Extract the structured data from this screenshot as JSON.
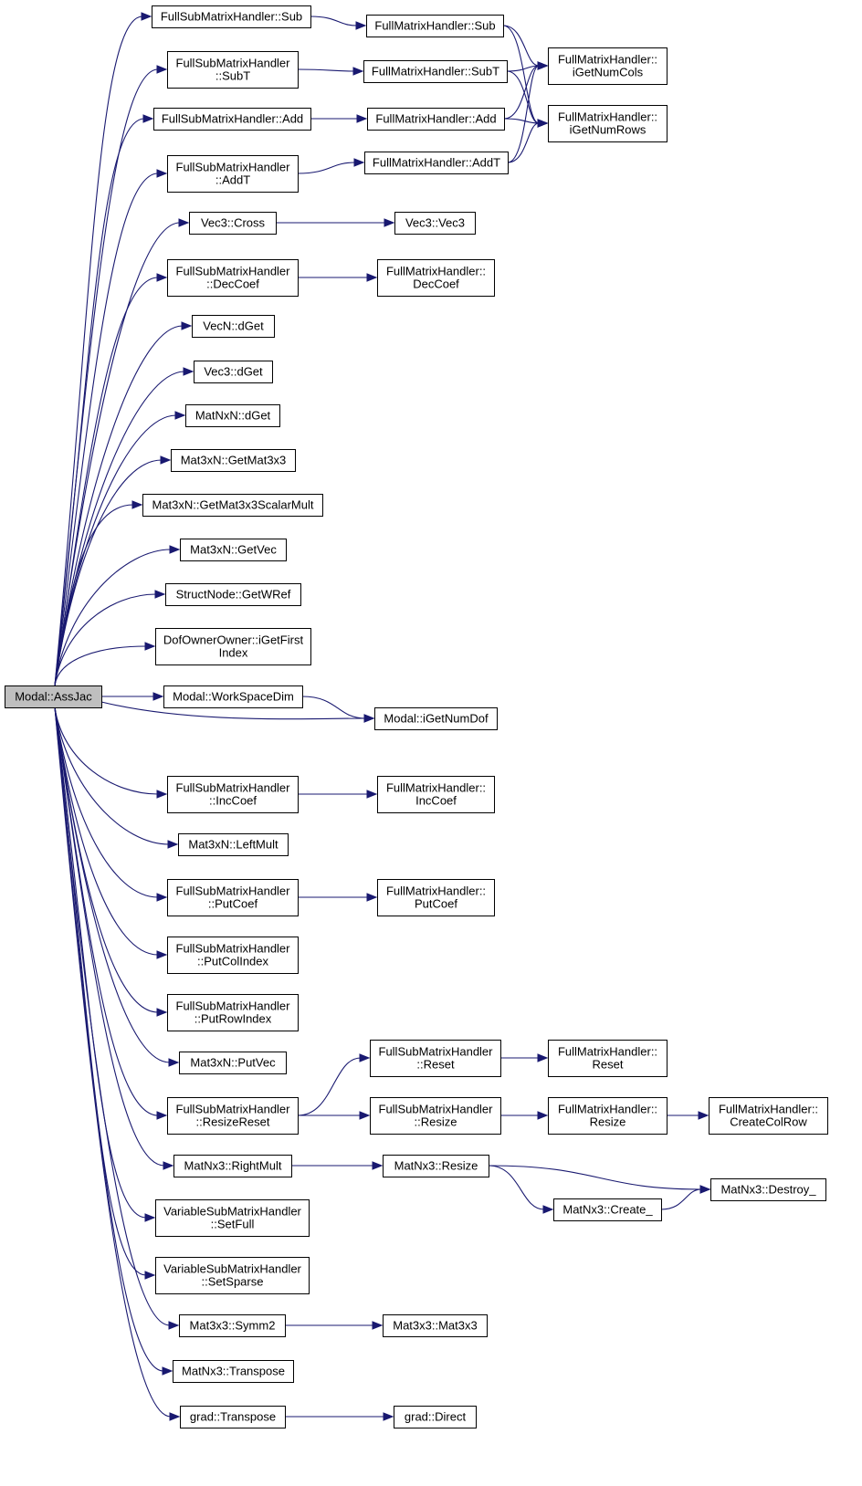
{
  "diagram": {
    "type": "call-graph",
    "edge_color": "#191970",
    "root_fill": "#bfbfbf",
    "nodes": [
      {
        "id": "n0",
        "lines": [
          "Modal::AssJac"
        ],
        "root": true
      },
      {
        "id": "n1",
        "lines": [
          "FullSubMatrixHandler::Sub"
        ]
      },
      {
        "id": "n2",
        "lines": [
          "FullMatrixHandler::Sub"
        ]
      },
      {
        "id": "n3",
        "lines": [
          "FullMatrixHandler::",
          "iGetNumCols"
        ]
      },
      {
        "id": "n4",
        "lines": [
          "FullMatrixHandler::",
          "iGetNumRows"
        ]
      },
      {
        "id": "n5",
        "lines": [
          "FullSubMatrixHandler",
          "::SubT"
        ]
      },
      {
        "id": "n6",
        "lines": [
          "FullMatrixHandler::SubT"
        ]
      },
      {
        "id": "n7",
        "lines": [
          "FullSubMatrixHandler::Add"
        ]
      },
      {
        "id": "n8",
        "lines": [
          "FullMatrixHandler::Add"
        ]
      },
      {
        "id": "n9",
        "lines": [
          "FullSubMatrixHandler",
          "::AddT"
        ]
      },
      {
        "id": "n10",
        "lines": [
          "FullMatrixHandler::AddT"
        ]
      },
      {
        "id": "n11",
        "lines": [
          "Vec3::Cross"
        ]
      },
      {
        "id": "n12",
        "lines": [
          "Vec3::Vec3"
        ]
      },
      {
        "id": "n13",
        "lines": [
          "FullSubMatrixHandler",
          "::DecCoef"
        ]
      },
      {
        "id": "n14",
        "lines": [
          "FullMatrixHandler::",
          "DecCoef"
        ]
      },
      {
        "id": "n15",
        "lines": [
          "VecN::dGet"
        ]
      },
      {
        "id": "n16",
        "lines": [
          "Vec3::dGet"
        ]
      },
      {
        "id": "n17",
        "lines": [
          "MatNxN::dGet"
        ]
      },
      {
        "id": "n18",
        "lines": [
          "Mat3xN::GetMat3x3"
        ]
      },
      {
        "id": "n19",
        "lines": [
          "Mat3xN::GetMat3x3ScalarMult"
        ]
      },
      {
        "id": "n20",
        "lines": [
          "Mat3xN::GetVec"
        ]
      },
      {
        "id": "n21",
        "lines": [
          "StructNode::GetWRef"
        ]
      },
      {
        "id": "n22",
        "lines": [
          "DofOwnerOwner::iGetFirst",
          "Index"
        ]
      },
      {
        "id": "n23",
        "lines": [
          "Modal::WorkSpaceDim"
        ]
      },
      {
        "id": "n24",
        "lines": [
          "Modal::iGetNumDof"
        ]
      },
      {
        "id": "n25",
        "lines": [
          "FullSubMatrixHandler",
          "::IncCoef"
        ]
      },
      {
        "id": "n26",
        "lines": [
          "FullMatrixHandler::",
          "IncCoef"
        ]
      },
      {
        "id": "n27",
        "lines": [
          "Mat3xN::LeftMult"
        ]
      },
      {
        "id": "n28",
        "lines": [
          "FullSubMatrixHandler",
          "::PutCoef"
        ]
      },
      {
        "id": "n29",
        "lines": [
          "FullMatrixHandler::",
          "PutCoef"
        ]
      },
      {
        "id": "n30",
        "lines": [
          "FullSubMatrixHandler",
          "::PutColIndex"
        ]
      },
      {
        "id": "n31",
        "lines": [
          "FullSubMatrixHandler",
          "::PutRowIndex"
        ]
      },
      {
        "id": "n32",
        "lines": [
          "Mat3xN::PutVec"
        ]
      },
      {
        "id": "n33",
        "lines": [
          "FullSubMatrixHandler",
          "::ResizeReset"
        ]
      },
      {
        "id": "n34",
        "lines": [
          "FullSubMatrixHandler",
          "::Reset"
        ]
      },
      {
        "id": "n35",
        "lines": [
          "FullMatrixHandler::",
          "Reset"
        ]
      },
      {
        "id": "n36",
        "lines": [
          "FullSubMatrixHandler",
          "::Resize"
        ]
      },
      {
        "id": "n37",
        "lines": [
          "FullMatrixHandler::",
          "Resize"
        ]
      },
      {
        "id": "n38",
        "lines": [
          "FullMatrixHandler::",
          "CreateColRow"
        ]
      },
      {
        "id": "n39",
        "lines": [
          "MatNx3::RightMult"
        ]
      },
      {
        "id": "n40",
        "lines": [
          "MatNx3::Resize"
        ]
      },
      {
        "id": "n41",
        "lines": [
          "MatNx3::Destroy_"
        ]
      },
      {
        "id": "n42",
        "lines": [
          "MatNx3::Create_"
        ]
      },
      {
        "id": "n43",
        "lines": [
          "VariableSubMatrixHandler",
          "::SetFull"
        ]
      },
      {
        "id": "n44",
        "lines": [
          "VariableSubMatrixHandler",
          "::SetSparse"
        ]
      },
      {
        "id": "n45",
        "lines": [
          "Mat3x3::Symm2"
        ]
      },
      {
        "id": "n46",
        "lines": [
          "Mat3x3::Mat3x3"
        ]
      },
      {
        "id": "n47",
        "lines": [
          "MatNx3::Transpose"
        ]
      },
      {
        "id": "n48",
        "lines": [
          "grad::Transpose"
        ]
      },
      {
        "id": "n49",
        "lines": [
          "grad::Direct"
        ]
      }
    ],
    "edges": [
      [
        "n0",
        "n1"
      ],
      [
        "n0",
        "n5"
      ],
      [
        "n0",
        "n7"
      ],
      [
        "n0",
        "n9"
      ],
      [
        "n0",
        "n11"
      ],
      [
        "n0",
        "n13"
      ],
      [
        "n0",
        "n15"
      ],
      [
        "n0",
        "n16"
      ],
      [
        "n0",
        "n17"
      ],
      [
        "n0",
        "n18"
      ],
      [
        "n0",
        "n19"
      ],
      [
        "n0",
        "n20"
      ],
      [
        "n0",
        "n21"
      ],
      [
        "n0",
        "n22"
      ],
      [
        "n0",
        "n23"
      ],
      [
        "n0",
        "n24"
      ],
      [
        "n0",
        "n25"
      ],
      [
        "n0",
        "n27"
      ],
      [
        "n0",
        "n28"
      ],
      [
        "n0",
        "n30"
      ],
      [
        "n0",
        "n31"
      ],
      [
        "n0",
        "n32"
      ],
      [
        "n0",
        "n33"
      ],
      [
        "n0",
        "n39"
      ],
      [
        "n0",
        "n43"
      ],
      [
        "n0",
        "n44"
      ],
      [
        "n0",
        "n45"
      ],
      [
        "n0",
        "n47"
      ],
      [
        "n0",
        "n48"
      ],
      [
        "n1",
        "n2"
      ],
      [
        "n2",
        "n3"
      ],
      [
        "n2",
        "n4"
      ],
      [
        "n5",
        "n6"
      ],
      [
        "n6",
        "n3"
      ],
      [
        "n6",
        "n4"
      ],
      [
        "n7",
        "n8"
      ],
      [
        "n8",
        "n3"
      ],
      [
        "n8",
        "n4"
      ],
      [
        "n9",
        "n10"
      ],
      [
        "n10",
        "n3"
      ],
      [
        "n10",
        "n4"
      ],
      [
        "n11",
        "n12"
      ],
      [
        "n13",
        "n14"
      ],
      [
        "n23",
        "n24"
      ],
      [
        "n25",
        "n26"
      ],
      [
        "n28",
        "n29"
      ],
      [
        "n33",
        "n34"
      ],
      [
        "n33",
        "n36"
      ],
      [
        "n34",
        "n35"
      ],
      [
        "n36",
        "n37"
      ],
      [
        "n37",
        "n38"
      ],
      [
        "n39",
        "n40"
      ],
      [
        "n40",
        "n41"
      ],
      [
        "n40",
        "n42"
      ],
      [
        "n42",
        "n41"
      ],
      [
        "n45",
        "n46"
      ],
      [
        "n48",
        "n49"
      ]
    ]
  }
}
